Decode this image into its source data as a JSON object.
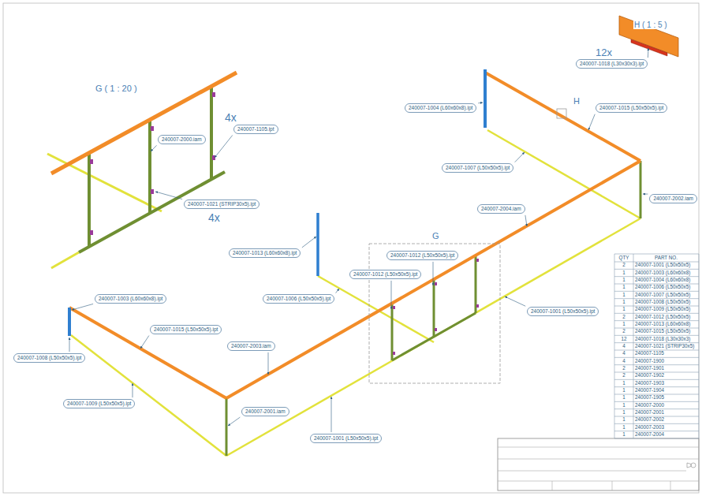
{
  "diagram": {
    "labels": [
      "H ( 1 : 5 )",
      "12x",
      "240007-1018 (L30x30x3).ipt",
      "G ( 1 : 20 )",
      "4x",
      "240007-1105.ipt",
      "240007-2000.iam",
      "240007-1021 (STRIP30x5).ipt",
      "4x",
      "240007-1004 (L60x60x8).ipt",
      "H",
      "240007-1015 (L50x50x5).ipt",
      "240007-1007 (L50x50x5).ipt",
      "240007-2002.iam",
      "240007-2004.iam",
      "G",
      "240007-1012 (L50x50x5).ipt",
      "240007-1012 (L50x50x5).ipt",
      "240007-1013 (L60x60x8).ipt",
      "240007-1006 (L50x50x5).ipt",
      "240007-1001 (L50x50x5).ipt",
      "240007-1003 (L60x60x8).ipt",
      "240007-1015 (L50x50x5).ipt",
      "240007-2003.iam",
      "240007-1008 (L50x50x5).ipt",
      "240007-1009 (L50x50x5).ipt",
      "240007-2001.iam",
      "240007-1001 (L50x50x5).ipt",
      "QTY",
      "PART NO.",
      "2",
      "240007-1001 (L50x50x5)",
      "1",
      "240007-1003 (L60x60x8)",
      "1",
      "240007-1004 (L60x60x8)",
      "1",
      "240007-1006 (L50x50x5)",
      "1",
      "240007-1007 (L50x50x5)",
      "1",
      "240007-1008 (L50x50x5)",
      "1",
      "240007-1009 (L50x50x5)",
      "2",
      "240007-1012 (L50x50x5)",
      "1",
      "240007-1013 (L60x60x8)",
      "2",
      "240007-1015 (L50x50x5)",
      "12",
      "240007-1018 (L30x30x3)",
      "4",
      "240007-1021 (STRIP30x5)",
      "4",
      "240007-1105",
      "4",
      "240007-1900",
      "2",
      "240007-1901",
      "2",
      "240007-1902",
      "1",
      "240007-1903",
      "1",
      "240007-1904",
      "1",
      "240007-1905",
      "1",
      "240007-2000",
      "1",
      "240007-2001",
      "1",
      "240007-2002",
      "1",
      "240007-2003",
      "1",
      "240007-2004"
    ]
  }
}
